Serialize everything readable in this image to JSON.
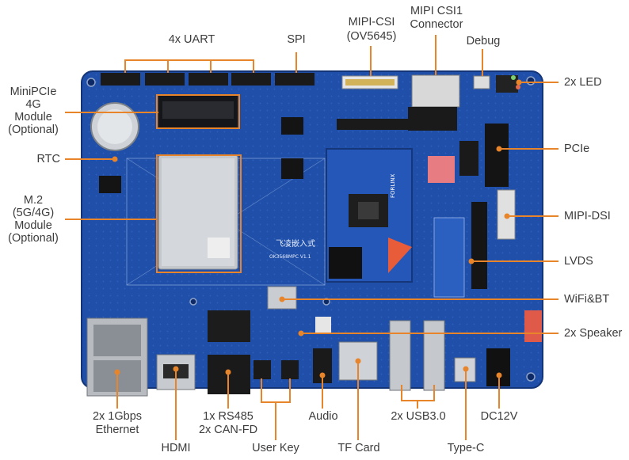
{
  "colors": {
    "pcb": "#1f4fa8",
    "pcb_dark": "#163c86",
    "callout": "#e8842a",
    "label_text": "#3c3c3c"
  },
  "board": {
    "silk_brand": "飞凌嵌入式",
    "silk_model": "OK3568MPC V1.1",
    "som_brand": "FORLINX"
  },
  "labels": {
    "uart": "4x UART",
    "spi": "SPI",
    "mipi_csi_l1": "MIPI-CSI",
    "mipi_csi_l2": "(OV5645)",
    "mipi_csi1_l1": "MIPI CSI1",
    "mipi_csi1_l2": "Connector",
    "debug": "Debug",
    "led": "2x LED",
    "minipcie_l1": "MiniPCIe",
    "minipcie_l2": "4G",
    "minipcie_l3": "Module",
    "minipcie_l4": "(Optional)",
    "rtc": "RTC",
    "pcie": "PCIe",
    "m2_l1": "M.2",
    "m2_l2": "(5G/4G)",
    "m2_l3": "Module",
    "m2_l4": "(Optional)",
    "mipi_dsi": "MIPI-DSI",
    "lvds": "LVDS",
    "wifi": "WiFi&BT",
    "speaker": "2x Speaker",
    "ethernet_l1": "2x 1Gbps",
    "ethernet_l2": "Ethernet",
    "hdmi": "HDMI",
    "rs485_l1": "1x RS485",
    "rs485_l2": "2x CAN-FD",
    "user_key": "User Key",
    "audio": "Audio",
    "tf_card": "TF Card",
    "usb": "2x USB3.0",
    "type_c": "Type-C",
    "dc": "DC12V"
  }
}
